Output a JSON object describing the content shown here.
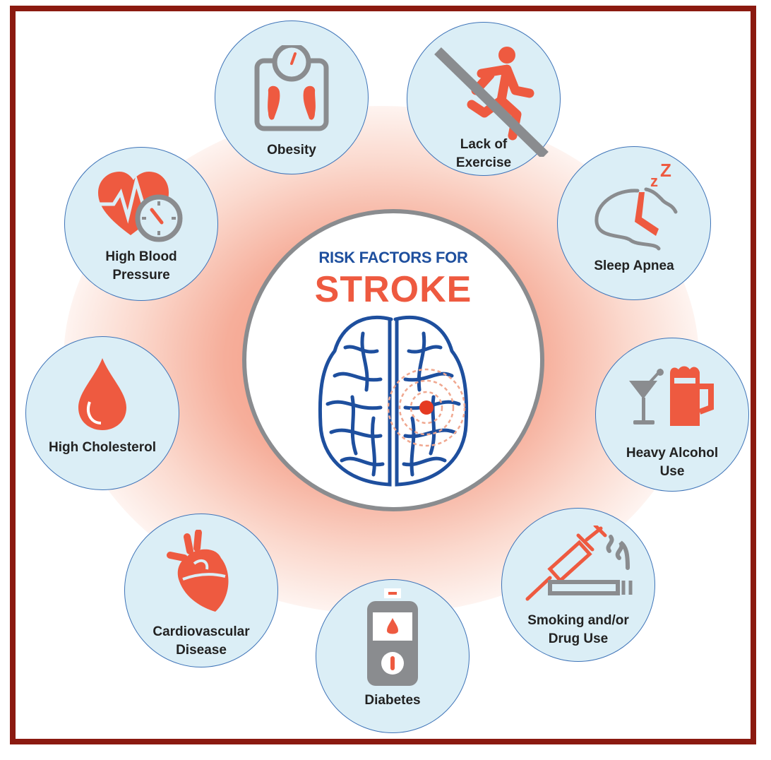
{
  "center": {
    "title_line1": "RISK FACTORS FOR",
    "title_line2": "STROKE",
    "icon": "brain-icon"
  },
  "colors": {
    "border": "#8b1a10",
    "accent_red": "#ee5a40",
    "title_blue": "#1e4f9e",
    "icon_gray": "#8a8c8f",
    "circle_fill": "#dbeef6",
    "circle_stroke": "#3f74b8"
  },
  "risk_factors": [
    {
      "label_line1": "Obesity",
      "label_line2": "",
      "icon": "scale-icon"
    },
    {
      "label_line1": "Lack of",
      "label_line2": "Exercise",
      "icon": "no-running-icon"
    },
    {
      "label_line1": "Sleep Apnea",
      "label_line2": "",
      "icon": "sleeping-head-icon"
    },
    {
      "label_line1": "Heavy Alcohol",
      "label_line2": "Use",
      "icon": "drinks-icon"
    },
    {
      "label_line1": "Smoking and/or",
      "label_line2": "Drug Use",
      "icon": "syringe-cigarette-icon"
    },
    {
      "label_line1": "Diabetes",
      "label_line2": "",
      "icon": "glucose-meter-icon"
    },
    {
      "label_line1": "Cardiovascular",
      "label_line2": "Disease",
      "icon": "heart-organ-icon"
    },
    {
      "label_line1": "High Cholesterol",
      "label_line2": "",
      "icon": "blood-drop-icon"
    },
    {
      "label_line1": "High Blood",
      "label_line2": "Pressure",
      "icon": "heart-gauge-icon"
    }
  ]
}
